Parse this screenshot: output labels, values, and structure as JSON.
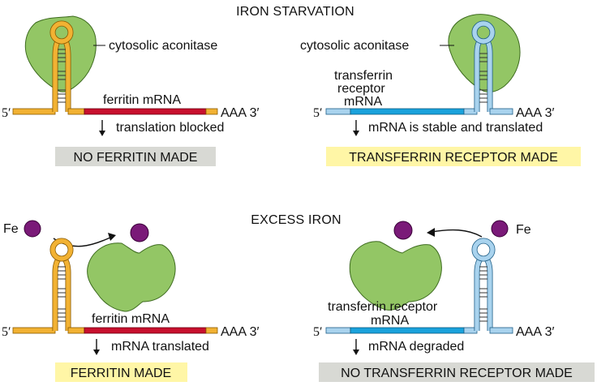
{
  "headers": {
    "starvation": "IRON STARVATION",
    "excess": "EXCESS IRON"
  },
  "panels": {
    "top_left": {
      "protein_label": "cytosolic aconitase",
      "mrna_label": "ferritin mRNA",
      "five_prime": "5′",
      "three_prime": "AAA 3′",
      "effect": "translation blocked",
      "outcome": "NO FERRITIN MADE"
    },
    "top_right": {
      "protein_label": "cytosolic aconitase",
      "mrna_label_lines": [
        "transferrin",
        "receptor",
        "mRNA"
      ],
      "five_prime": "5′",
      "three_prime": "AAA 3′",
      "effect": "mRNA is stable and translated",
      "outcome": "TRANSFERRIN RECEPTOR MADE"
    },
    "bottom_left": {
      "iron_label": "Fe",
      "mrna_label": "ferritin mRNA",
      "five_prime": "5′",
      "three_prime": "AAA 3′",
      "effect": "mRNA translated",
      "outcome": "FERRITIN MADE"
    },
    "bottom_right": {
      "iron_label": "Fe",
      "mrna_label_lines": [
        "transferrin receptor",
        "mRNA"
      ],
      "five_prime": "5′",
      "three_prime": "AAA 3′",
      "effect": "mRNA degraded",
      "outcome": "NO TRANSFERRIN RECEPTOR MADE"
    }
  },
  "colors": {
    "ferritin_strand": "#f2b233",
    "ferritin_strand_edge": "#8a5a00",
    "ferritin_coding": "#c8102e",
    "tfr_strand": "#a9d3ee",
    "tfr_strand_edge": "#1f5f88",
    "tfr_coding": "#1aa2dc",
    "aconitase": "#93c665",
    "aconitase_edge": "#3d6b1f",
    "iron": "#7a1a78",
    "box_gray": "#d8d9d4",
    "box_yellow": "#fff6a6"
  }
}
